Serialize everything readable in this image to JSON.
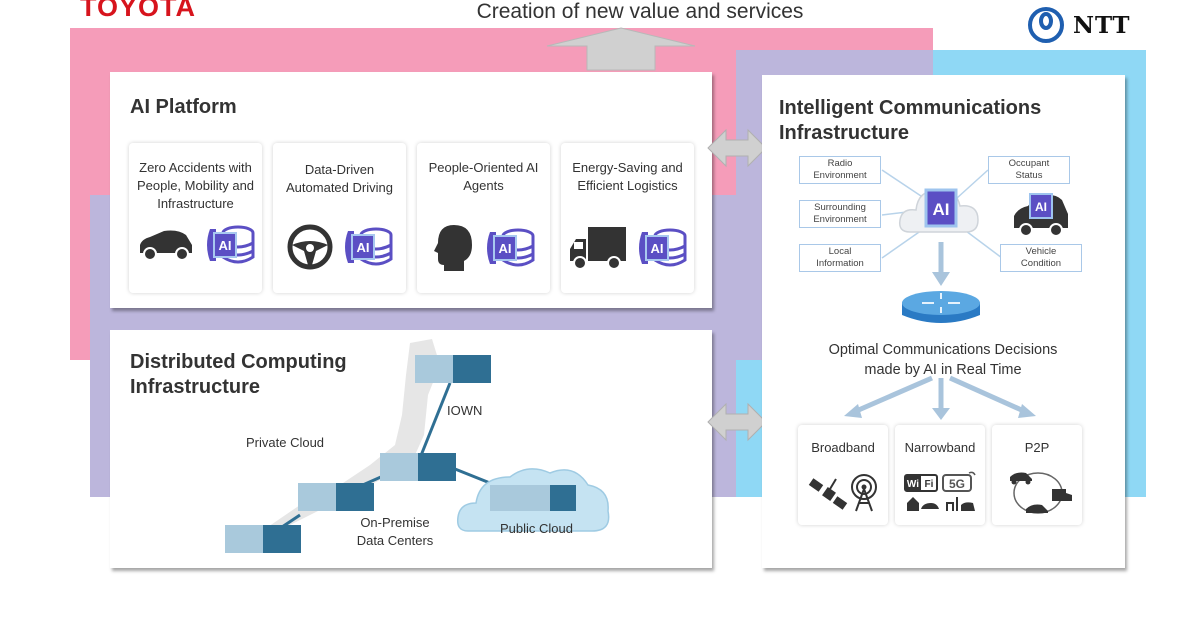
{
  "logos": {
    "left": "TOYOTA",
    "right": "NTT"
  },
  "top_caption": "Creation of new value and services",
  "colors": {
    "toyota_red": "#d7141d",
    "pink_band": "#f59cb9",
    "purple_band": "#bcb6dc",
    "blue_band": "#8fd8f5",
    "ai_icon_purple": "#5b4fc4",
    "arrow_gray": "#d0d0d0",
    "ntt_blue": "#1f5fb0",
    "server_blue": "#2f6f93"
  },
  "ai_platform": {
    "title": "AI Platform",
    "cards": [
      {
        "label": "Zero Accidents with People, Mobility and Infrastructure",
        "icon": "car-icon"
      },
      {
        "label": "Data-Driven Automated Driving",
        "icon": "steering-wheel-icon"
      },
      {
        "label": "People-Oriented AI Agents",
        "icon": "head-icon"
      },
      {
        "label": "Energy-Saving and Efficient Logistics",
        "icon": "truck-icon"
      }
    ],
    "ai_badge": "AI"
  },
  "distributed_computing": {
    "title_line1": "Distributed Computing",
    "title_line2": "Infrastructure",
    "labels": {
      "iown": "IOWN",
      "private_cloud": "Private Cloud",
      "on_premise_line1": "On-Premise",
      "on_premise_line2": "Data Centers",
      "public_cloud": "Public Cloud"
    }
  },
  "intelligent_comm": {
    "title_line1": "Intelligent Communications",
    "title_line2": "Infrastructure",
    "inputs_left": [
      {
        "line1": "Radio",
        "line2": "Environment"
      },
      {
        "line1": "Surrounding",
        "line2": "Environment"
      },
      {
        "line1": "Local",
        "line2": "Information"
      }
    ],
    "inputs_right": [
      {
        "line1": "Occupant",
        "line2": "Status"
      },
      {
        "line1": "Vehicle",
        "line2": "Condition"
      }
    ],
    "ai_badge": "AI",
    "decision_line1": "Optimal Communications Decisions",
    "decision_line2": "made by AI in Real Time",
    "channels": [
      {
        "label": "Broadband",
        "icons": [
          "satellite-icon",
          "antenna-tower-icon"
        ]
      },
      {
        "label": "Narrowband",
        "icons": [
          "wifi-badge-icon",
          "5g-badge-icon",
          "house-icon",
          "car-icon"
        ]
      },
      {
        "label": "P2P",
        "icons": [
          "car-icon",
          "truck-icon",
          "car-icon"
        ]
      }
    ],
    "badges": {
      "wifi_a": "Wi",
      "wifi_b": "Fi",
      "five_g": "5G"
    }
  }
}
